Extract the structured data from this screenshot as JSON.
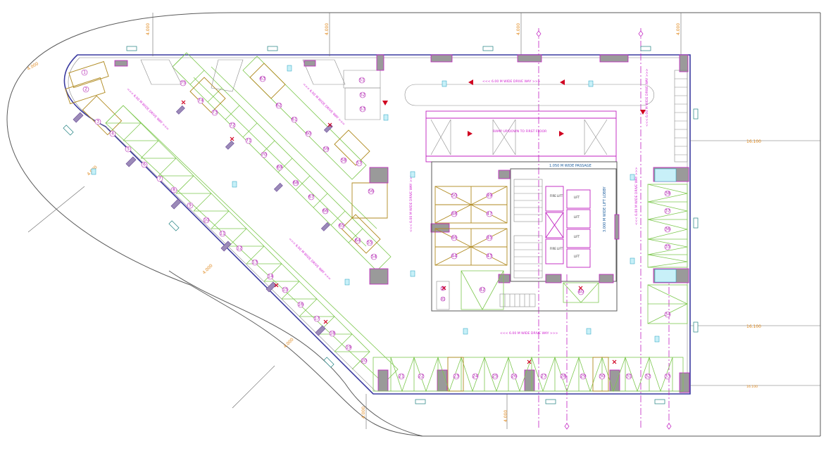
{
  "drive_ways": {
    "top_drive_way": "<<< 6.00 M WIDE DRIVE WAY >>>",
    "bottom_drive_way": "<<< 6.00 M WIDE DRIVE WAY >>>",
    "left_diagonal_top": "<<< 6.00 M WIDE DRIVE WAY >>>",
    "middle_diagonal": "<<< 6.00 M WIDE DRIVE WAY >>>",
    "lower_diagonal": "<<< 6.00 M WIDE DRIVE WAY >>>",
    "vertical_left": "<<< 6.00 M WIDE DRIVE WAY >>>",
    "vertical_right": "<<< 6.00 M WIDE DRIVE WAY >>>",
    "vertical_right_top": "<<< 6.00 M WIDE DRIVE WAY >>>",
    "ramp": "RAMP UP/DOWN TO FIRST FLOOR"
  },
  "core": {
    "passage": "1.050 M WIDE PASSAGE",
    "lift_lobby": "3.000 M WIDE LIFT LOBBY",
    "fire_lift_1": "FIRE LIFT",
    "fire_lift_2": "FIRE LIFT",
    "lift_1": "LIFT",
    "lift_2": "LIFT",
    "lift_3": "LIFT",
    "lift_4": "LIFT"
  },
  "dimensions": {
    "right_1": "16.100",
    "right_2": "16.100",
    "right_3": "16.100"
  },
  "parking_numbers": {
    "curve_group": [
      "1",
      "2",
      "3",
      "4",
      "5",
      "6",
      "7",
      "8",
      "9",
      "10",
      "11",
      "12",
      "13",
      "14",
      "15",
      "16",
      "17",
      "18",
      "19",
      "20"
    ],
    "bottom_row": [
      "21",
      "22",
      "23",
      "24",
      "25",
      "26",
      "27",
      "28",
      "29",
      "30",
      "31",
      "32",
      "33"
    ],
    "right_column": [
      "34",
      "35",
      "36",
      "37",
      "38"
    ],
    "center_block": [
      "39",
      "40",
      "41",
      "42",
      "43",
      "44",
      "45",
      "46",
      "47",
      "48",
      "49",
      "50"
    ],
    "diagonal_block": [
      "51",
      "52",
      "53",
      "54",
      "55",
      "56",
      "57",
      "58",
      "59",
      "60",
      "61",
      "62",
      "63",
      "64",
      "65",
      "66",
      "67",
      "68",
      "69",
      "70",
      "71",
      "72",
      "73",
      "74",
      "75"
    ]
  },
  "colors": {
    "drive_label": "#d020d0",
    "parking_green": "#7ec850",
    "parking_brown": "#b08a20",
    "wall_blue": "#3a3aa0",
    "dimension_orange": "#e08a20"
  }
}
